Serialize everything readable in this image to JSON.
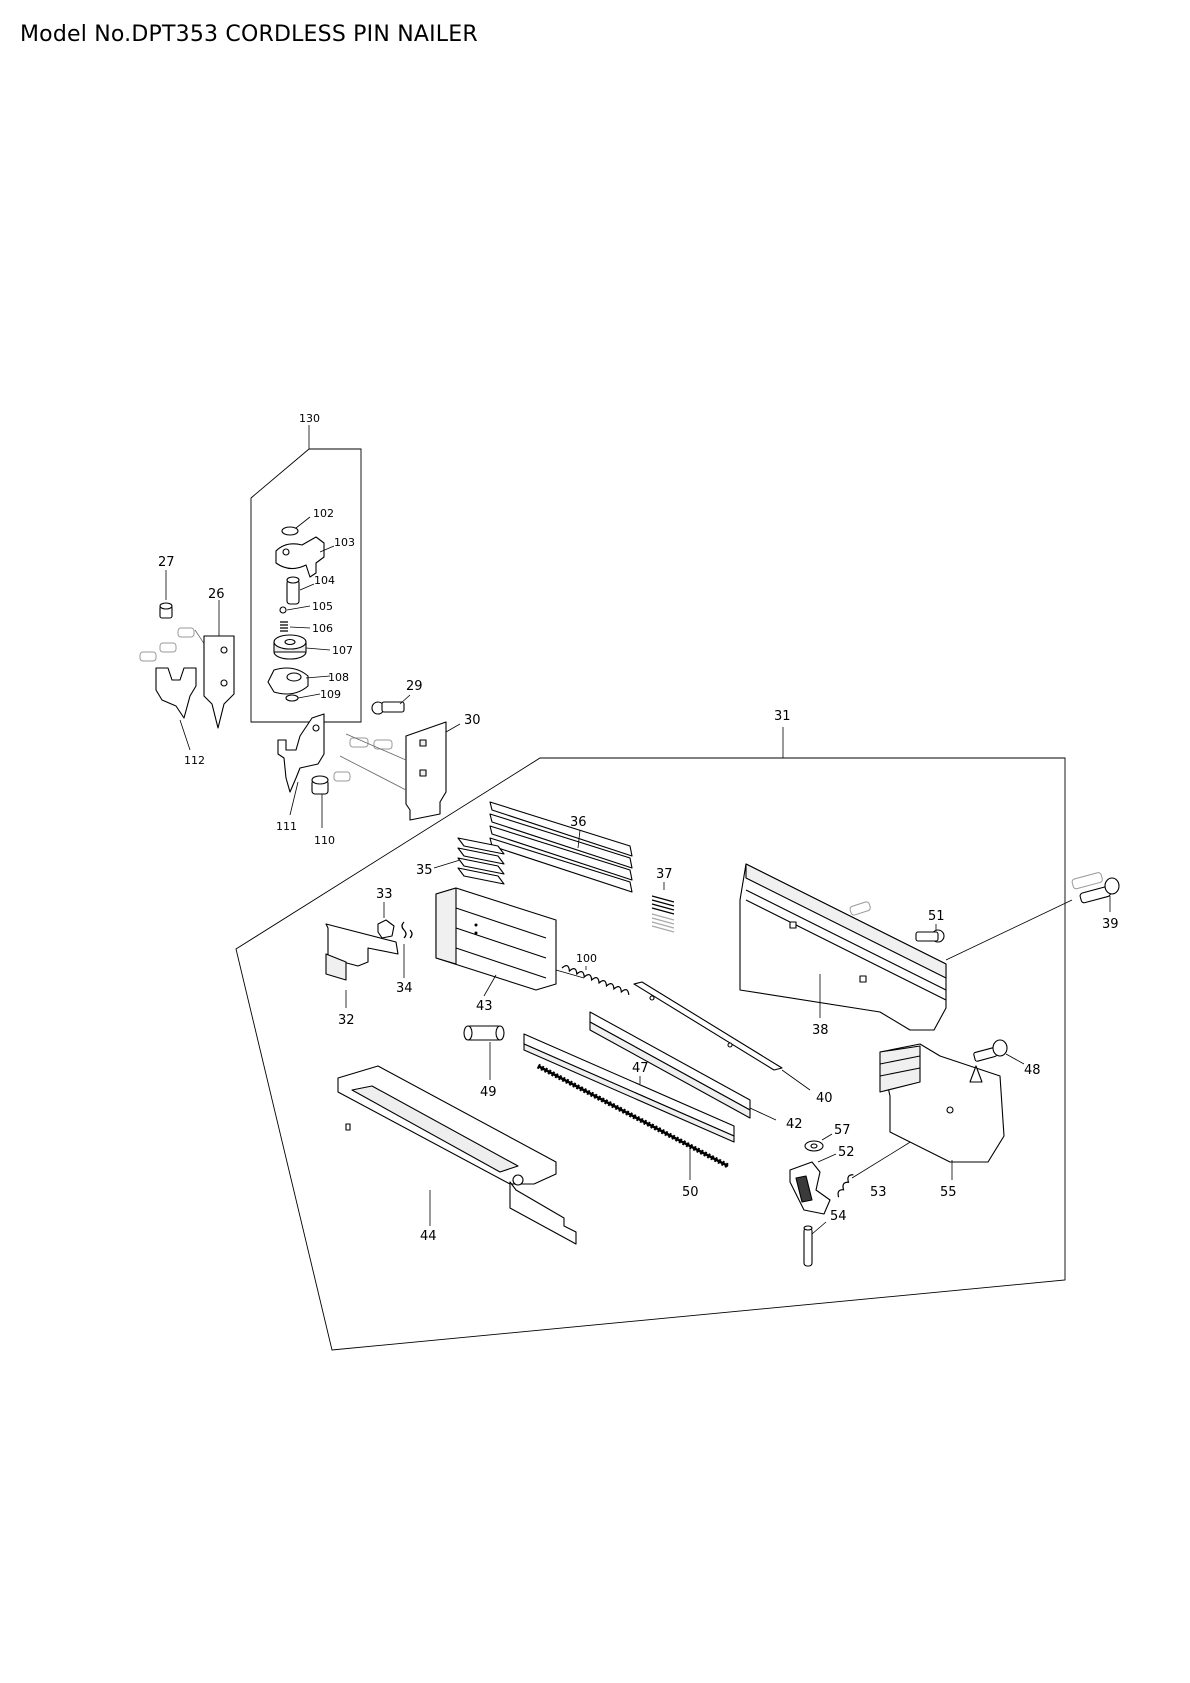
{
  "header": {
    "title": "Model No.DPT353 CORDLESS PIN NAILER"
  },
  "parts": [
    {
      "id": "p130",
      "label": "130"
    },
    {
      "id": "p102",
      "label": "102"
    },
    {
      "id": "p103",
      "label": "103"
    },
    {
      "id": "p104",
      "label": "104"
    },
    {
      "id": "p105",
      "label": "105"
    },
    {
      "id": "p106",
      "label": "106"
    },
    {
      "id": "p107",
      "label": "107"
    },
    {
      "id": "p108",
      "label": "108"
    },
    {
      "id": "p109",
      "label": "109"
    },
    {
      "id": "p27",
      "label": "27"
    },
    {
      "id": "p26",
      "label": "26"
    },
    {
      "id": "p112",
      "label": "112"
    },
    {
      "id": "p29",
      "label": "29"
    },
    {
      "id": "p30",
      "label": "30"
    },
    {
      "id": "p111",
      "label": "111"
    },
    {
      "id": "p110",
      "label": "110"
    },
    {
      "id": "p31",
      "label": "31"
    },
    {
      "id": "p36",
      "label": "36"
    },
    {
      "id": "p35",
      "label": "35"
    },
    {
      "id": "p37",
      "label": "37"
    },
    {
      "id": "p33",
      "label": "33"
    },
    {
      "id": "p34",
      "label": "34"
    },
    {
      "id": "p32",
      "label": "32"
    },
    {
      "id": "p43",
      "label": "43"
    },
    {
      "id": "p100",
      "label": "100"
    },
    {
      "id": "p51",
      "label": "51"
    },
    {
      "id": "p39",
      "label": "39"
    },
    {
      "id": "p38",
      "label": "38"
    },
    {
      "id": "p48",
      "label": "48"
    },
    {
      "id": "p49",
      "label": "49"
    },
    {
      "id": "p47",
      "label": "47"
    },
    {
      "id": "p40",
      "label": "40"
    },
    {
      "id": "p42",
      "label": "42"
    },
    {
      "id": "p57",
      "label": "57"
    },
    {
      "id": "p52",
      "label": "52"
    },
    {
      "id": "p53",
      "label": "53"
    },
    {
      "id": "p55",
      "label": "55"
    },
    {
      "id": "p50",
      "label": "50"
    },
    {
      "id": "p44",
      "label": "44"
    },
    {
      "id": "p54",
      "label": "54"
    }
  ]
}
